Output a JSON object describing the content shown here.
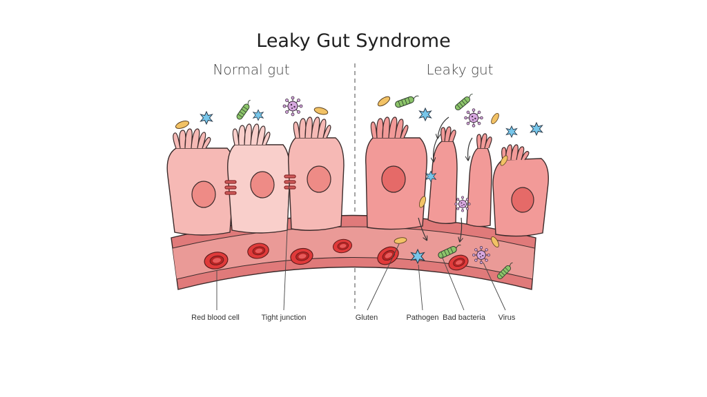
{
  "title": "Leaky Gut Syndrome",
  "sections": {
    "normal": "Normal gut",
    "leaky": "Leaky gut"
  },
  "labels": {
    "red_blood_cell": "Red blood cell",
    "tight_junction": "Tight junction",
    "gluten": "Gluten",
    "pathogen": "Pathogen",
    "bad_bacteria": "Bad bacteria",
    "virus": "Virus"
  },
  "colors": {
    "cell_fill": "#f6b9b5",
    "cell_fill_light": "#f9cfcb",
    "nucleus": "#ee8b86",
    "vessel": "#e07a7a",
    "vessel_inner": "#ea9a97",
    "rbc": "#e03a3a",
    "gluten": "#f2c265",
    "pathogen": "#77c6ea",
    "bacteria": "#8cc46a",
    "virus": "#d7a8e0",
    "outline": "#3a2a2a"
  }
}
